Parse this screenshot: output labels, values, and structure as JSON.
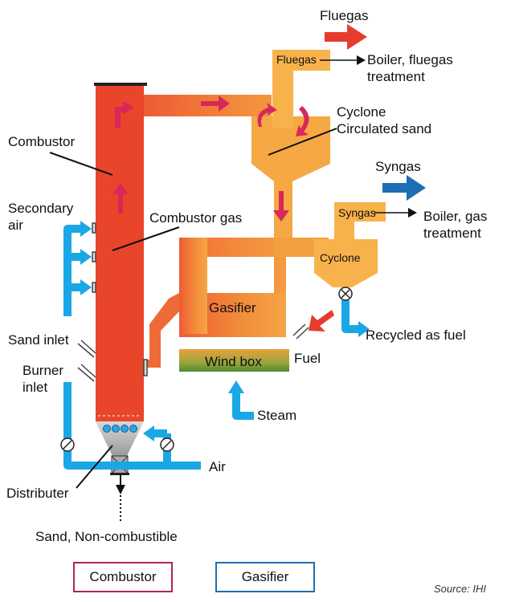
{
  "labels": {
    "fluegas_top": "Fluegas",
    "fluegas_box": "Fluegas",
    "boiler_fluegas": "Boiler, fluegas",
    "treatment1": "treatment",
    "cyclone1": "Cyclone",
    "circulated_sand": "Circulated sand",
    "syngas_top": "Syngas",
    "syngas_box": "Syngas",
    "boiler_gas": "Boiler, gas",
    "treatment2": "treatment",
    "cyclone2": "Cyclone",
    "combustor": "Combustor",
    "secondary": "Secondary",
    "air": "air",
    "combustor_gas": "Combustor gas",
    "gasifier": "Gasifier",
    "recycled": "Recycled as fuel",
    "sand_inlet": "Sand inlet",
    "burner": "Burner",
    "inlet": "inlet",
    "wind_box": "Wind box",
    "fuel": "Fuel",
    "steam": "Steam",
    "air_bottom": "Air",
    "distributer": "Distributer",
    "sand_noncomb": "Sand, Non-combustible"
  },
  "legend": {
    "combustor": "Combustor",
    "gasifier": "Gasifier",
    "combustor_color": "#b0245a",
    "gasifier_color": "#1f6fb5"
  },
  "source": "Source: IHI",
  "colors": {
    "combustor_red": "#ea4a2c",
    "orange": "#f2923a",
    "cyclone_orange": "#f6b24a",
    "flow_arrow": "#d8285a",
    "air_blue": "#1aa7e6",
    "out_red": "#e63c2e",
    "out_blue": "#1e6db5"
  }
}
